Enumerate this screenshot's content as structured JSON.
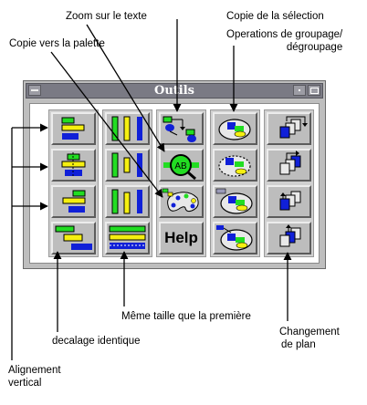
{
  "callouts": {
    "zoom": "Zoom sur le texte",
    "copy_selection": "Copie de la sélection",
    "copy_palette": "Copie vers la palette",
    "group_ops_1": "Operations de groupage/",
    "group_ops_2": "dégroupage",
    "same_size": "Même taille que la première",
    "offset": "decalage identique",
    "plane_1": "Changement",
    "plane_2": "de plan",
    "vertical_1": "Alignement",
    "vertical_2": "vertical"
  },
  "window": {
    "title": "Outils"
  },
  "toolbar": {
    "help_label": "Help",
    "columns": [
      {
        "name": "alignment",
        "tools": [
          "align-left-icon",
          "align-center-icon",
          "align-right-icon",
          "distribute-icon"
        ]
      },
      {
        "name": "same-size",
        "tools": [
          "same-height-icon",
          "same-height-center-icon",
          "same-height-bottom-icon",
          "same-width-icon"
        ]
      },
      {
        "name": "copy-zoom",
        "tools": [
          "copy-selection-icon",
          "zoom-text-icon",
          "palette-icon",
          "help-icon"
        ]
      },
      {
        "name": "grouping",
        "tools": [
          "group-icon",
          "ungroup-icon",
          "group-pattern-icon",
          "ungroup-arrow-icon"
        ]
      },
      {
        "name": "plane",
        "tools": [
          "bring-to-front-icon",
          "send-to-back-icon",
          "bring-forward-icon",
          "send-backward-icon"
        ]
      }
    ]
  },
  "colors": {
    "green": "#22dd22",
    "yellow": "#f5ef10",
    "blue": "#1020d8",
    "window_bg": "#bebebe",
    "title_bg": "#7a7a84"
  }
}
